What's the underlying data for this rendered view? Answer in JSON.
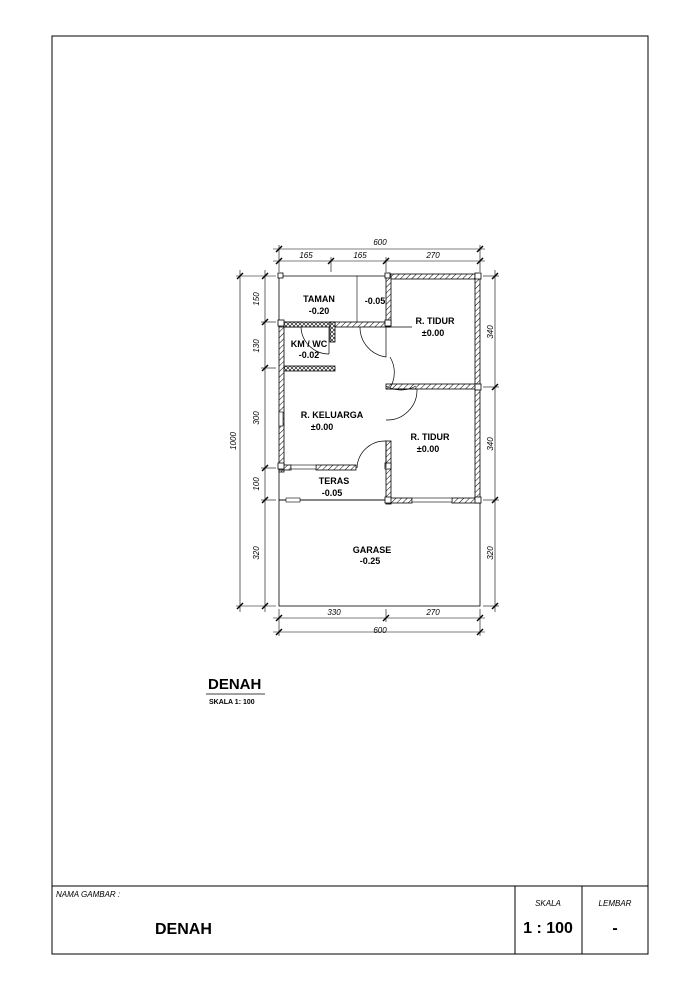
{
  "drawing": {
    "title": "DENAH",
    "scale_note": "SKALA 1: 100"
  },
  "rooms": {
    "taman": {
      "name": "TAMAN",
      "level": "-0.20"
    },
    "corridor": {
      "level": "-0.05"
    },
    "kmwc": {
      "name": "KM / WC",
      "level": "-0.02"
    },
    "tidur1": {
      "name": "R. TIDUR",
      "level": "±0.00"
    },
    "keluarga": {
      "name": "R. KELUARGA",
      "level": "±0.00"
    },
    "tidur2": {
      "name": "R. TIDUR",
      "level": "±0.00"
    },
    "teras": {
      "name": "TERAS",
      "level": "-0.05"
    },
    "garase": {
      "name": "GARASE",
      "level": "-0.25"
    }
  },
  "dimensions": {
    "top_total": "600",
    "top_1": "165",
    "top_2": "165",
    "top_3": "270",
    "bottom_1": "330",
    "bottom_2": "270",
    "bottom_total": "600",
    "left_total": "1000",
    "left_1": "150",
    "left_2": "130",
    "left_3": "300",
    "left_4": "100",
    "left_5": "320",
    "right_1": "340",
    "right_2": "340",
    "right_3": "320"
  },
  "title_block": {
    "name_label": "NAMA GAMBAR :",
    "name_value": "DENAH",
    "scale_label": "SKALA",
    "scale_value": "1 : 100",
    "sheet_label": "LEMBAR",
    "sheet_value": "-"
  }
}
